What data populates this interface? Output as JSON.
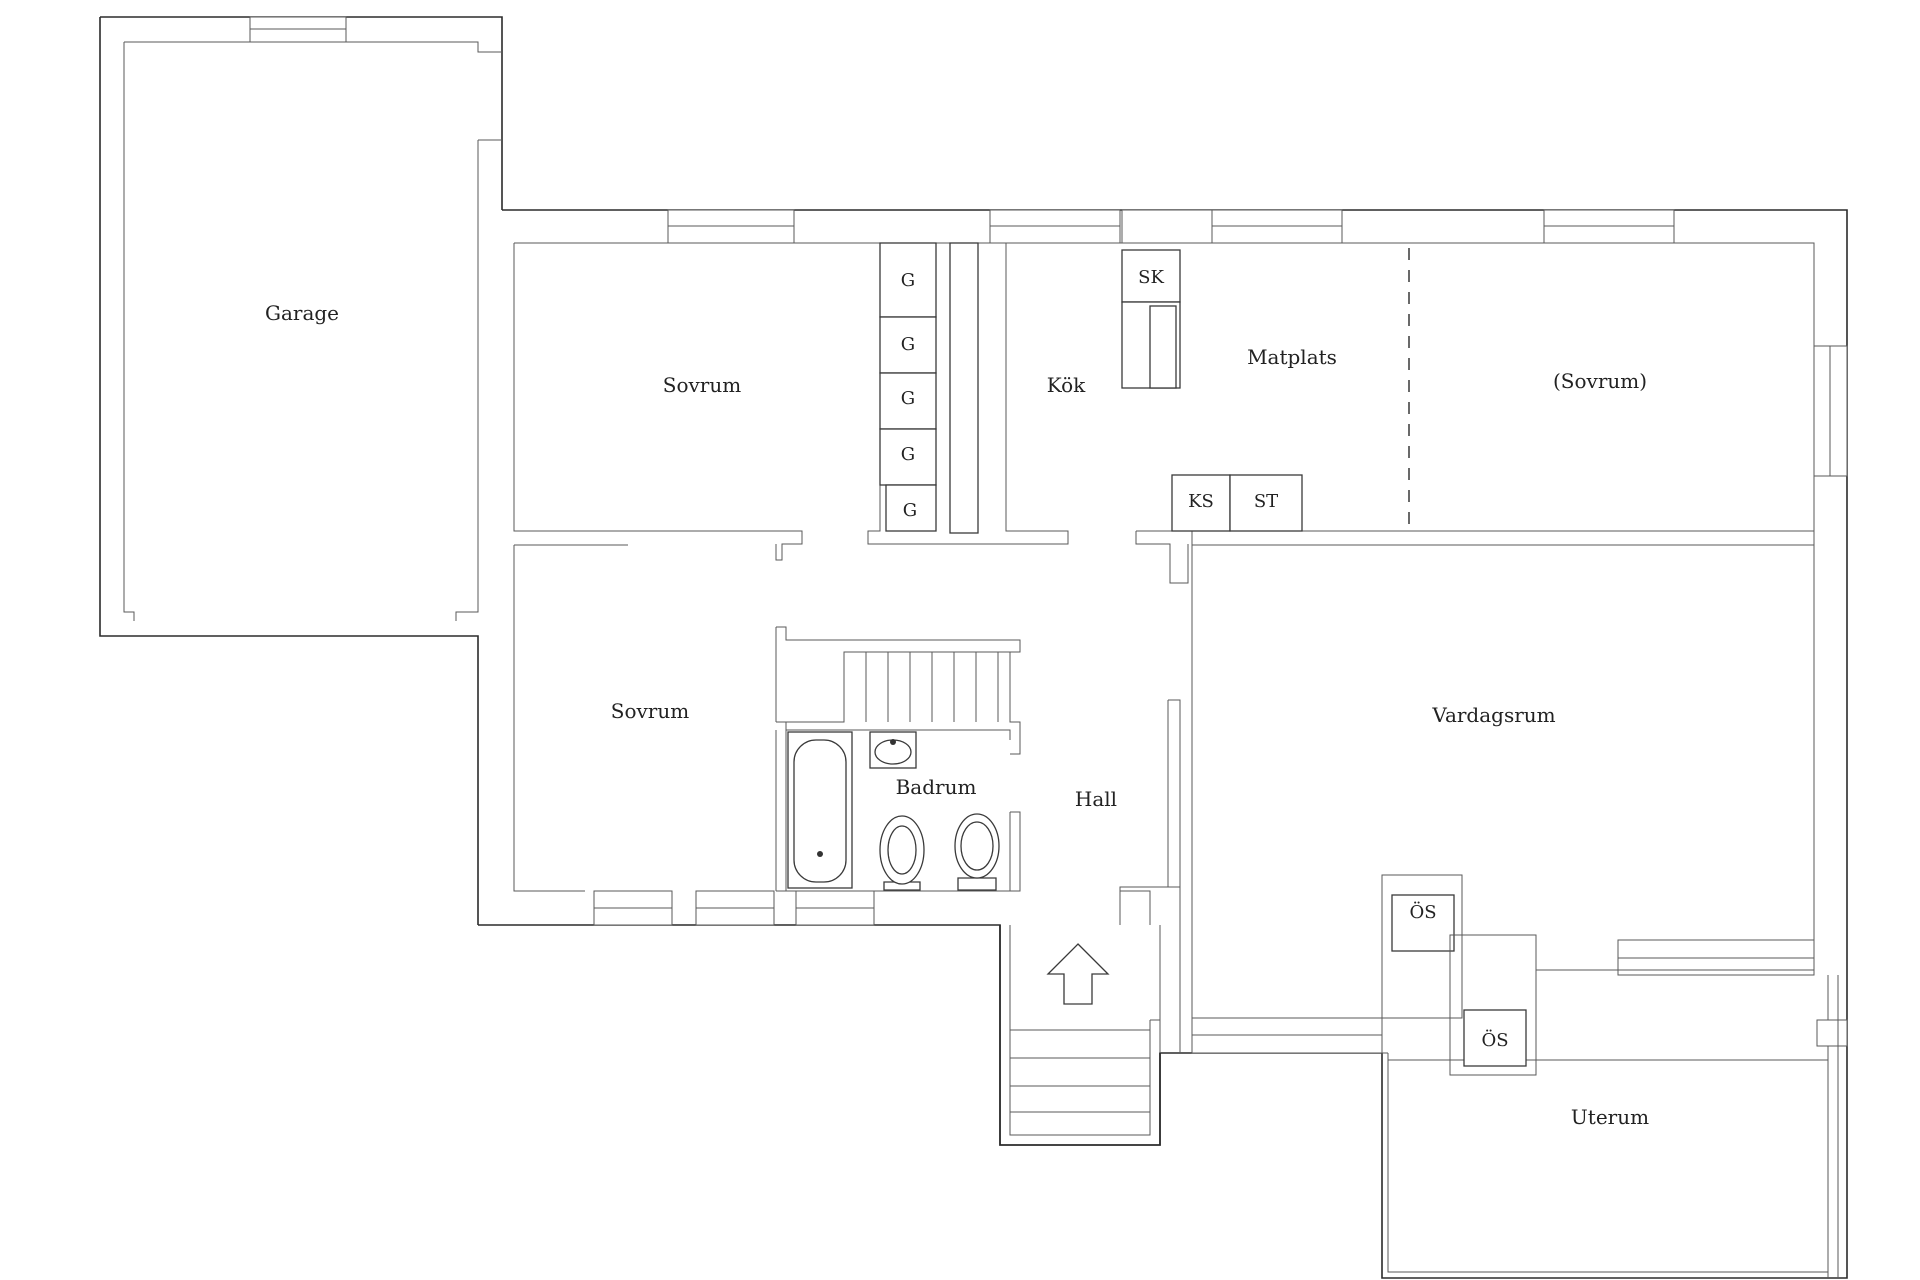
{
  "rooms": {
    "garage": "Garage",
    "sovrum_top": "Sovrum",
    "kok": "Kök",
    "matplats": "Matplats",
    "sovrum_paren": "(Sovrum)",
    "sovrum_bottom": "Sovrum",
    "badrum": "Badrum",
    "hall": "Hall",
    "vardagsrum": "Vardagsrum",
    "uterum": "Uterum"
  },
  "fixtures": {
    "wardrobe": [
      "G",
      "G",
      "G",
      "G",
      "G"
    ],
    "sk": "SK",
    "ks": "KS",
    "st": "ST",
    "os_upper": "ÖS",
    "os_lower": "ÖS"
  },
  "icons": {
    "entrance": "arrow-up-icon",
    "bathtub": "bathtub-icon",
    "sink": "sink-icon",
    "bidet": "bidet-icon",
    "toilet": "toilet-icon",
    "stairs": "stairs-icon"
  }
}
